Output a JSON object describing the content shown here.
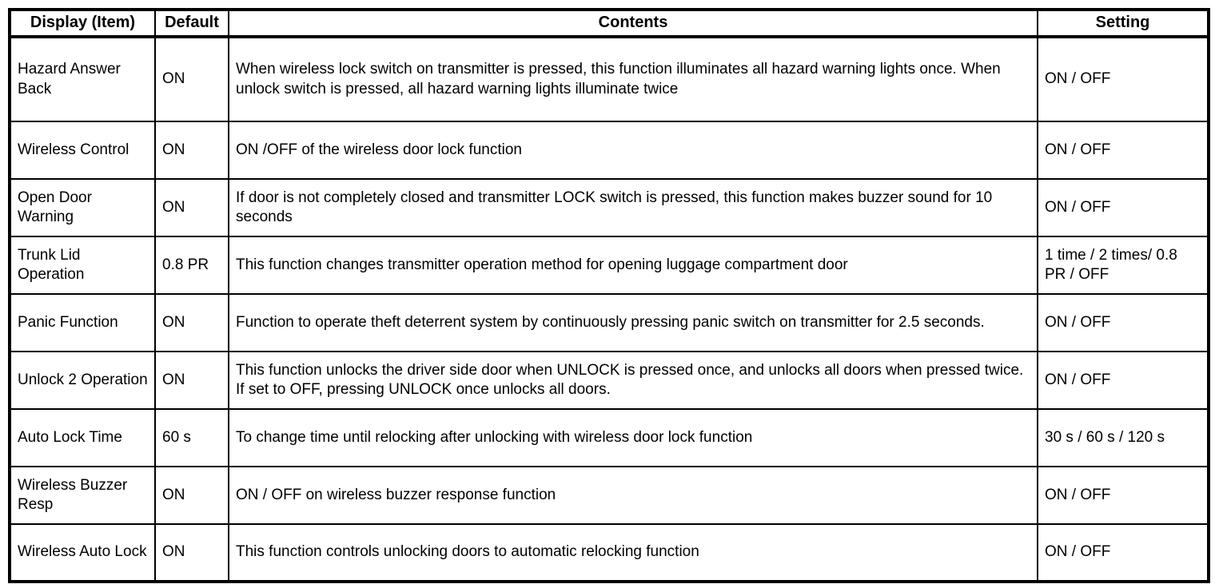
{
  "table": {
    "headers": {
      "display_item": "Display (Item)",
      "default": "Default",
      "contents": "Contents",
      "setting": "Setting"
    },
    "rows": [
      {
        "item": "Hazard Answer Back",
        "default": "ON",
        "contents": "When wireless lock switch on transmitter is pressed, this function illuminates all hazard warning lights once. When unlock switch is pressed, all hazard warning lights illuminate twice",
        "setting": "ON / OFF"
      },
      {
        "item": "Wireless Control",
        "default": "ON",
        "contents": "ON /OFF of the wireless door lock function",
        "setting": "ON / OFF"
      },
      {
        "item": "Open Door Warning",
        "default": "ON",
        "contents": "If door is not completely closed and transmitter LOCK switch is pressed, this function makes buzzer sound for 10 seconds",
        "setting": "ON / OFF"
      },
      {
        "item": "Trunk Lid Operation",
        "default": "0.8 PR",
        "contents": "This function changes transmitter operation method for opening luggage compartment door",
        "setting": "1 time / 2 times/ 0.8 PR / OFF"
      },
      {
        "item": "Panic Function",
        "default": "ON",
        "contents": "Function to operate theft deterrent system by continuously pressing panic switch on transmitter for 2.5 seconds.",
        "setting": "ON / OFF"
      },
      {
        "item": "Unlock 2 Operation",
        "default": "ON",
        "contents": "This function unlocks the driver side door when UNLOCK is pressed once, and unlocks all doors when pressed twice. If set to OFF, pressing UNLOCK once unlocks all doors.",
        "setting": "ON / OFF"
      },
      {
        "item": "Auto Lock Time",
        "default": "60 s",
        "contents": "To change time until relocking after unlocking with wireless door lock function",
        "setting": "30 s / 60 s / 120 s"
      },
      {
        "item": "Wireless Buzzer Resp",
        "default": "ON",
        "contents": "ON / OFF on wireless buzzer response function",
        "setting": "ON / OFF"
      },
      {
        "item": "Wireless Auto Lock",
        "default": "ON",
        "contents": "This function controls unlocking doors to automatic relocking function",
        "setting": "ON / OFF"
      }
    ]
  }
}
